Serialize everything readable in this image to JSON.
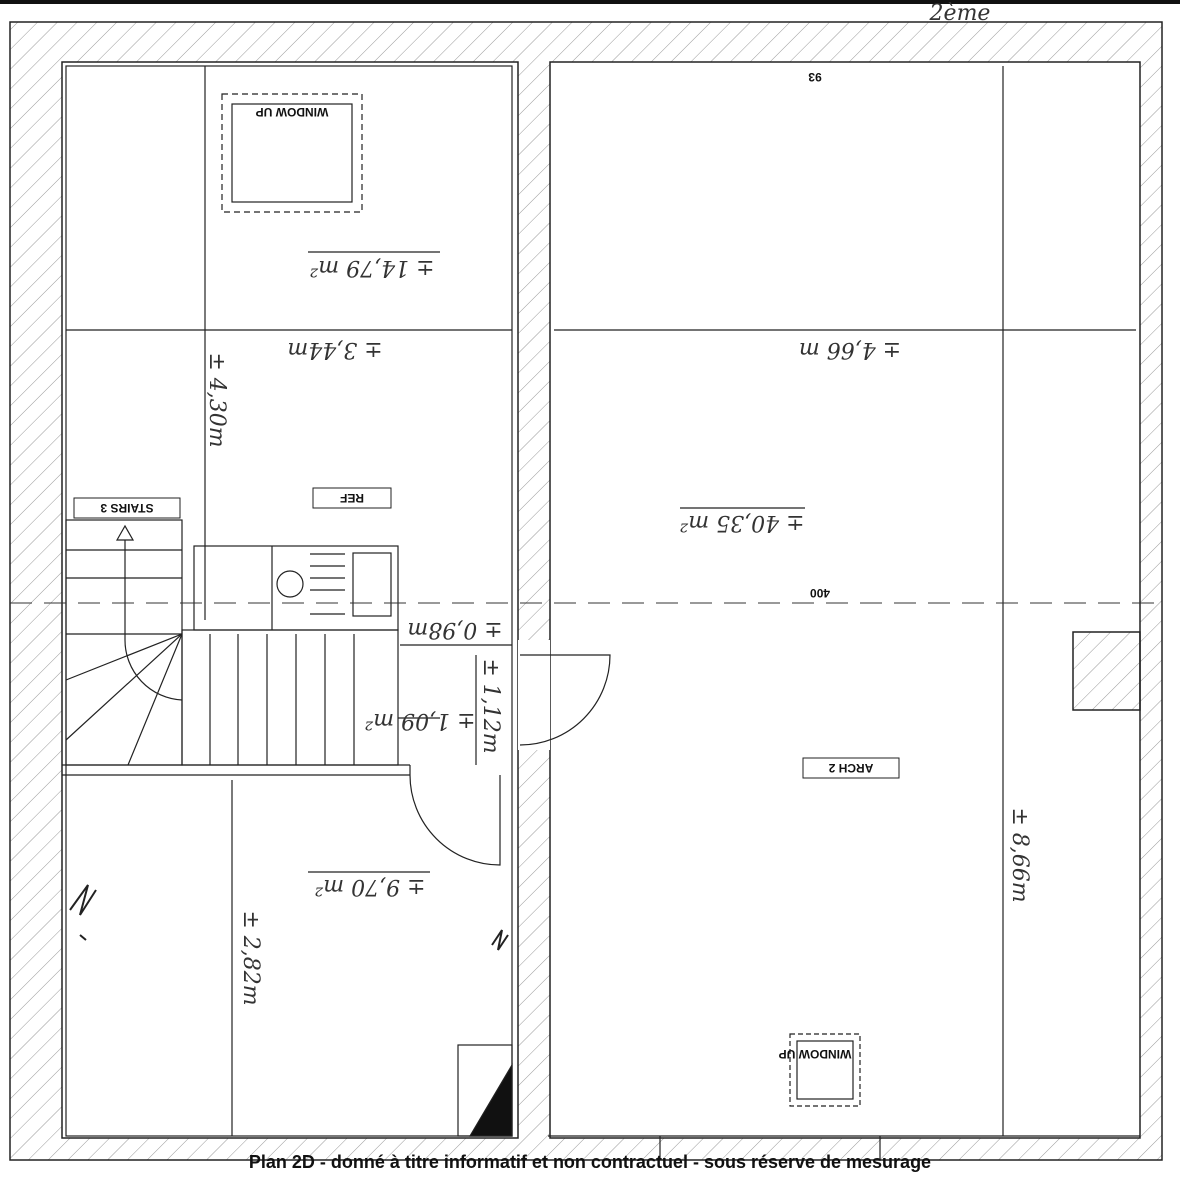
{
  "floor_label": "2ème",
  "rooms": {
    "top_left": {
      "area": "± 14,79 m²",
      "width": "± 3,44m",
      "depth": "± 4,30m",
      "window": "WINDOW UP"
    },
    "right": {
      "area": "± 40,35 m²",
      "width": "± 4,66 m",
      "depth": "± 8,66m",
      "window": "WINDOW UP",
      "tag": "ARCH 2"
    },
    "bottom_left": {
      "area": "± 9,70 m²",
      "depth": "± 2,82m"
    },
    "landing": {
      "area": "± 1,09 m²",
      "width": "± 0,98m",
      "door": "± 1,12m"
    }
  },
  "tags": {
    "stairs": "STAIRS 3",
    "ref": "REF",
    "height_top": "93",
    "height_mid": "400"
  },
  "caption": "Plan 2D - donné à titre informatif et non contractuel - sous réserve de mesurage",
  "colors": {
    "line": "#222222",
    "hatch": "#999999"
  }
}
